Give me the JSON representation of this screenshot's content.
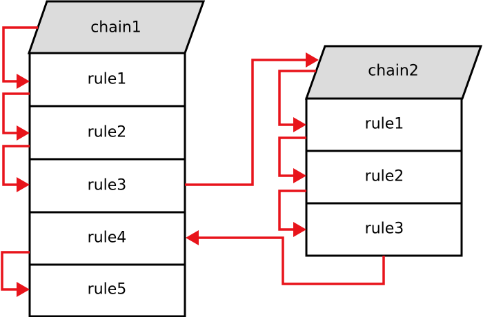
{
  "diagram": {
    "chains": [
      {
        "name": "chain1",
        "rules": [
          "rule1",
          "rule2",
          "rule3",
          "rule4",
          "rule5"
        ]
      },
      {
        "name": "chain2",
        "rules": [
          "rule1",
          "rule2",
          "rule3"
        ]
      }
    ],
    "colors": {
      "arrow": "#e8141b",
      "header_fill": "#dcdcdc",
      "box_fill": "#ffffff",
      "stroke": "#000000"
    }
  }
}
